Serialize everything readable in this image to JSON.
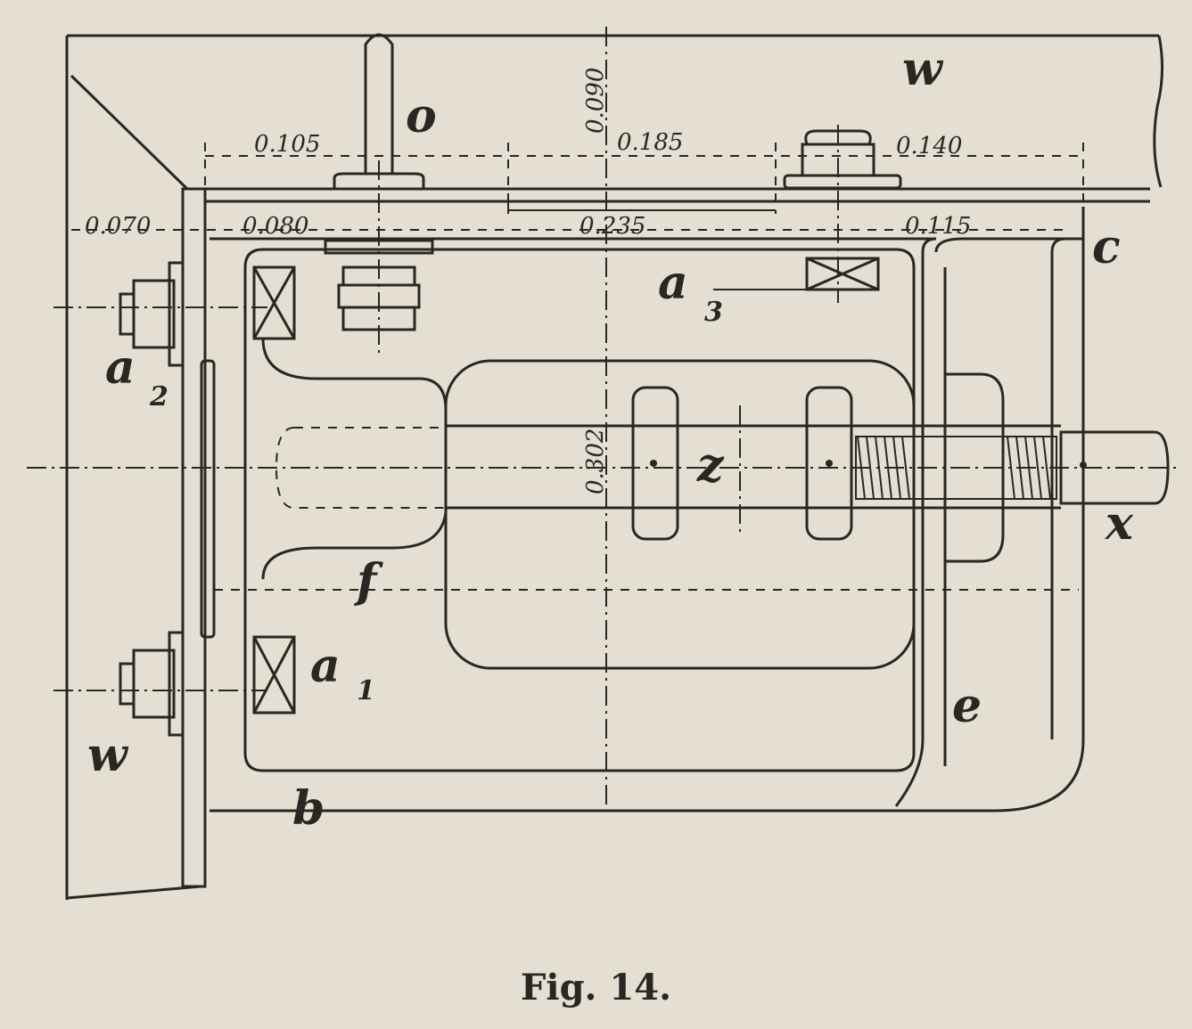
{
  "figure": {
    "caption": "Fig. 14.",
    "dimensions": {
      "d_0105": "0.105",
      "d_0185": "0.185",
      "d_0140": "0.140",
      "d_0090": "0.090",
      "d_0070": "0.070",
      "d_0080": "0.080",
      "d_0235": "0.235",
      "d_0115": "0.115",
      "d_0302": "0.302"
    },
    "labels": {
      "w_top": "w",
      "o": "o",
      "c": "c",
      "a3": "a",
      "a3_sub": "3",
      "a2": "a",
      "a2_sub": "2",
      "a1": "a",
      "a1_sub": "1",
      "z": "z",
      "x": "x",
      "f": "f",
      "e": "e",
      "w_left": "w",
      "b": "b"
    }
  }
}
